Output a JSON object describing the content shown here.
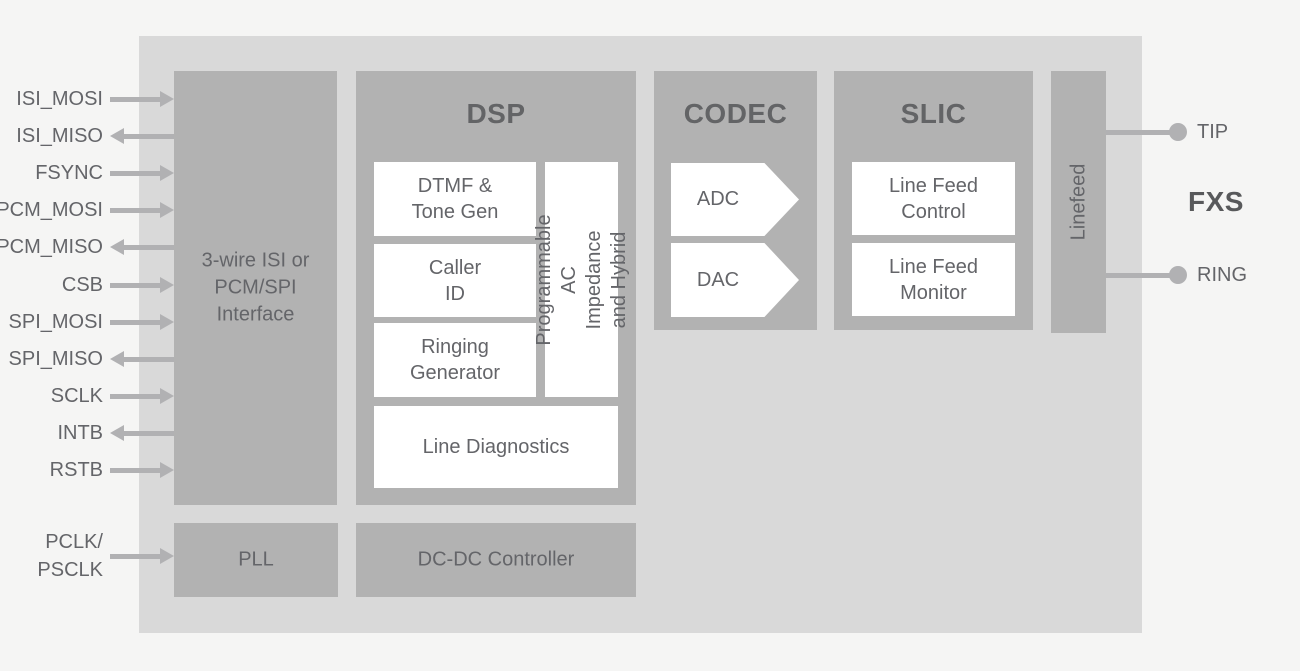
{
  "diagram": {
    "pins": [
      {
        "label": "ISI_MOSI",
        "direction": "in"
      },
      {
        "label": "ISI_MISO",
        "direction": "out"
      },
      {
        "label": "FSYNC",
        "direction": "in"
      },
      {
        "label": "PCM_MOSI",
        "direction": "in"
      },
      {
        "label": "PCM_MISO",
        "direction": "out"
      },
      {
        "label": "CSB",
        "direction": "in"
      },
      {
        "label": "SPI_MOSI",
        "direction": "in"
      },
      {
        "label": "SPI_MISO",
        "direction": "out"
      },
      {
        "label": "SCLK",
        "direction": "in"
      },
      {
        "label": "INTB",
        "direction": "out"
      },
      {
        "label": "RSTB",
        "direction": "in"
      },
      {
        "label": "PCLK/\nPSCLK",
        "direction": "in"
      }
    ],
    "blocks": {
      "interface": {
        "label": "3-wire ISI or\nPCM/SPI\nInterface"
      },
      "dsp": {
        "title": "DSP",
        "sub": [
          "DTMF &\nTone Gen",
          "Caller\nID",
          "Ringing\nGenerator"
        ],
        "impedance": "Programmable AC\nImpedance and Hybrid",
        "diagnostics": "Line Diagnostics"
      },
      "codec": {
        "title": "CODEC",
        "adc": "ADC",
        "dac": "DAC"
      },
      "slic": {
        "title": "SLIC",
        "control": "Line Feed\nControl",
        "monitor": "Line Feed\nMonitor"
      },
      "linefeed": {
        "label": "Linefeed"
      },
      "pll": {
        "label": "PLL"
      },
      "dcdc": {
        "label": "DC-DC Controller"
      }
    },
    "terminals": {
      "tip": "TIP",
      "ring": "RING",
      "port": "FXS"
    },
    "colors": {
      "background": "#f5f5f4",
      "chip_fill": "#d9d9d9",
      "block_fill": "#b2b2b2",
      "box_fill": "#ffffff",
      "text": "#646569",
      "connector": "#b1b1b3"
    }
  }
}
